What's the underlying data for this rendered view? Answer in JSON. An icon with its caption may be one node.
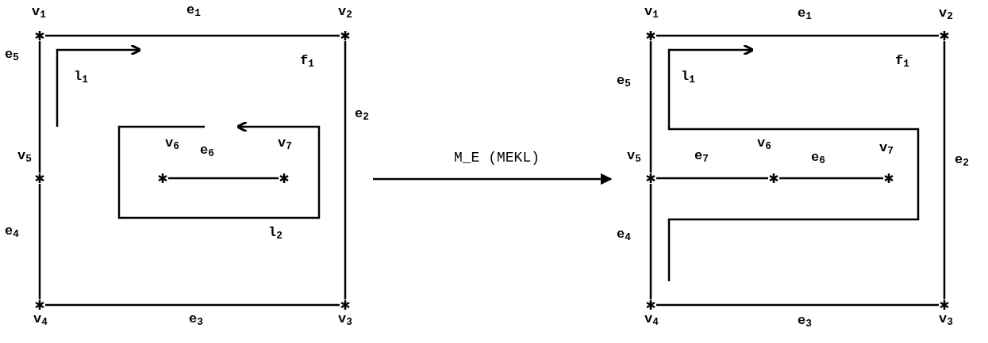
{
  "diagram": {
    "nodes": [
      {
        "text": [],
        "shape": "picture"
      },
      {
        "text": [],
        "shape": "star",
        "beside": [
          "v$_{1}$"
        ],
        "in": 0
      },
      {
        "text": [],
        "shape": "star",
        "beside": [
          "v$_{2}$"
        ],
        "in": 0
      },
      {
        "text": [],
        "shape": "star",
        "beside": [
          "v$_{5}$"
        ],
        "in": 0
      },
      {
        "text": [],
        "shape": "star",
        "beside": [
          "v$_{6}$"
        ],
        "in": 0
      },
      {
        "text": [],
        "shape": "star",
        "beside": [
          "v$_{7}$"
        ],
        "in": 0
      },
      {
        "text": [],
        "shape": "star",
        "beside": [
          "v$_{4}$"
        ],
        "in": 0
      },
      {
        "text": [],
        "shape": "star",
        "beside": [
          "v$_{3}$"
        ],
        "in": 0
      },
      {
        "text": [],
        "shape": "picture"
      },
      {
        "text": [],
        "shape": "star",
        "beside": [
          "v$_{1}$"
        ],
        "in": 8
      },
      {
        "text": [],
        "shape": "star",
        "beside": [
          "v$_{2}$"
        ],
        "in": 8
      },
      {
        "text": [],
        "shape": "star",
        "beside": [
          "v$_{5}$"
        ],
        "in": 8
      },
      {
        "text": [],
        "shape": "star",
        "beside": [
          "v$_{6}$"
        ],
        "in": 8
      },
      {
        "text": [],
        "shape": "star",
        "beside": [
          "v$_{7}$"
        ],
        "in": 8
      },
      {
        "text": [],
        "shape": "star",
        "beside": [
          "v$_{4}$"
        ],
        "in": 8
      },
      {
        "text": [],
        "shape": "star",
        "beside": [
          "v$_{3}$"
        ],
        "in": 8
      }
    ],
    "edges": [
      {
        "from": 1,
        "to": 2,
        "arrow": "none",
        "label": "e$_{1}$"
      },
      {
        "from": 1,
        "to": 3,
        "arrow": "none",
        "label": "e$_{5}$"
      },
      {
        "from": 2,
        "to": 7,
        "arrow": "none",
        "label": "e$_{2}$"
      },
      {
        "from": 4,
        "to": 5,
        "arrow": "none",
        "label": "e$_{6}$"
      },
      {
        "from": 3,
        "to": 6,
        "arrow": "none",
        "label": "e$_{4}$"
      },
      {
        "from": 6,
        "to": 7,
        "arrow": "none",
        "label": "e$_{3}$"
      },
      {
        "from": 0,
        "to": 8,
        "arrow": "to",
        "label": "M_E (MEKL)"
      },
      {
        "from": 9,
        "to": 10,
        "arrow": "none",
        "label": "e$_{1}$"
      },
      {
        "from": 9,
        "to": 11,
        "arrow": "none",
        "label": "e$_{5}$"
      },
      {
        "from": 10,
        "to": 15,
        "arrow": "none",
        "label": "e$_{2}$"
      },
      {
        "from": 11,
        "to": 12,
        "arrow": "none",
        "label": "e$_{7}$"
      },
      {
        "from": 12,
        "to": 13,
        "arrow": "none",
        "label": "e$_{6}$"
      },
      {
        "from": 11,
        "to": 14,
        "arrow": "none",
        "label": "e$_{4}$"
      },
      {
        "from": 14,
        "to": 15,
        "arrow": "none",
        "label": "e$_{3}$"
      }
    ],
    "labels": [
      "l$_{1}$",
      "f$_{1}$",
      "l$_{2}$",
      "l$_{1}$",
      "f$_{1}$"
    ]
  }
}
